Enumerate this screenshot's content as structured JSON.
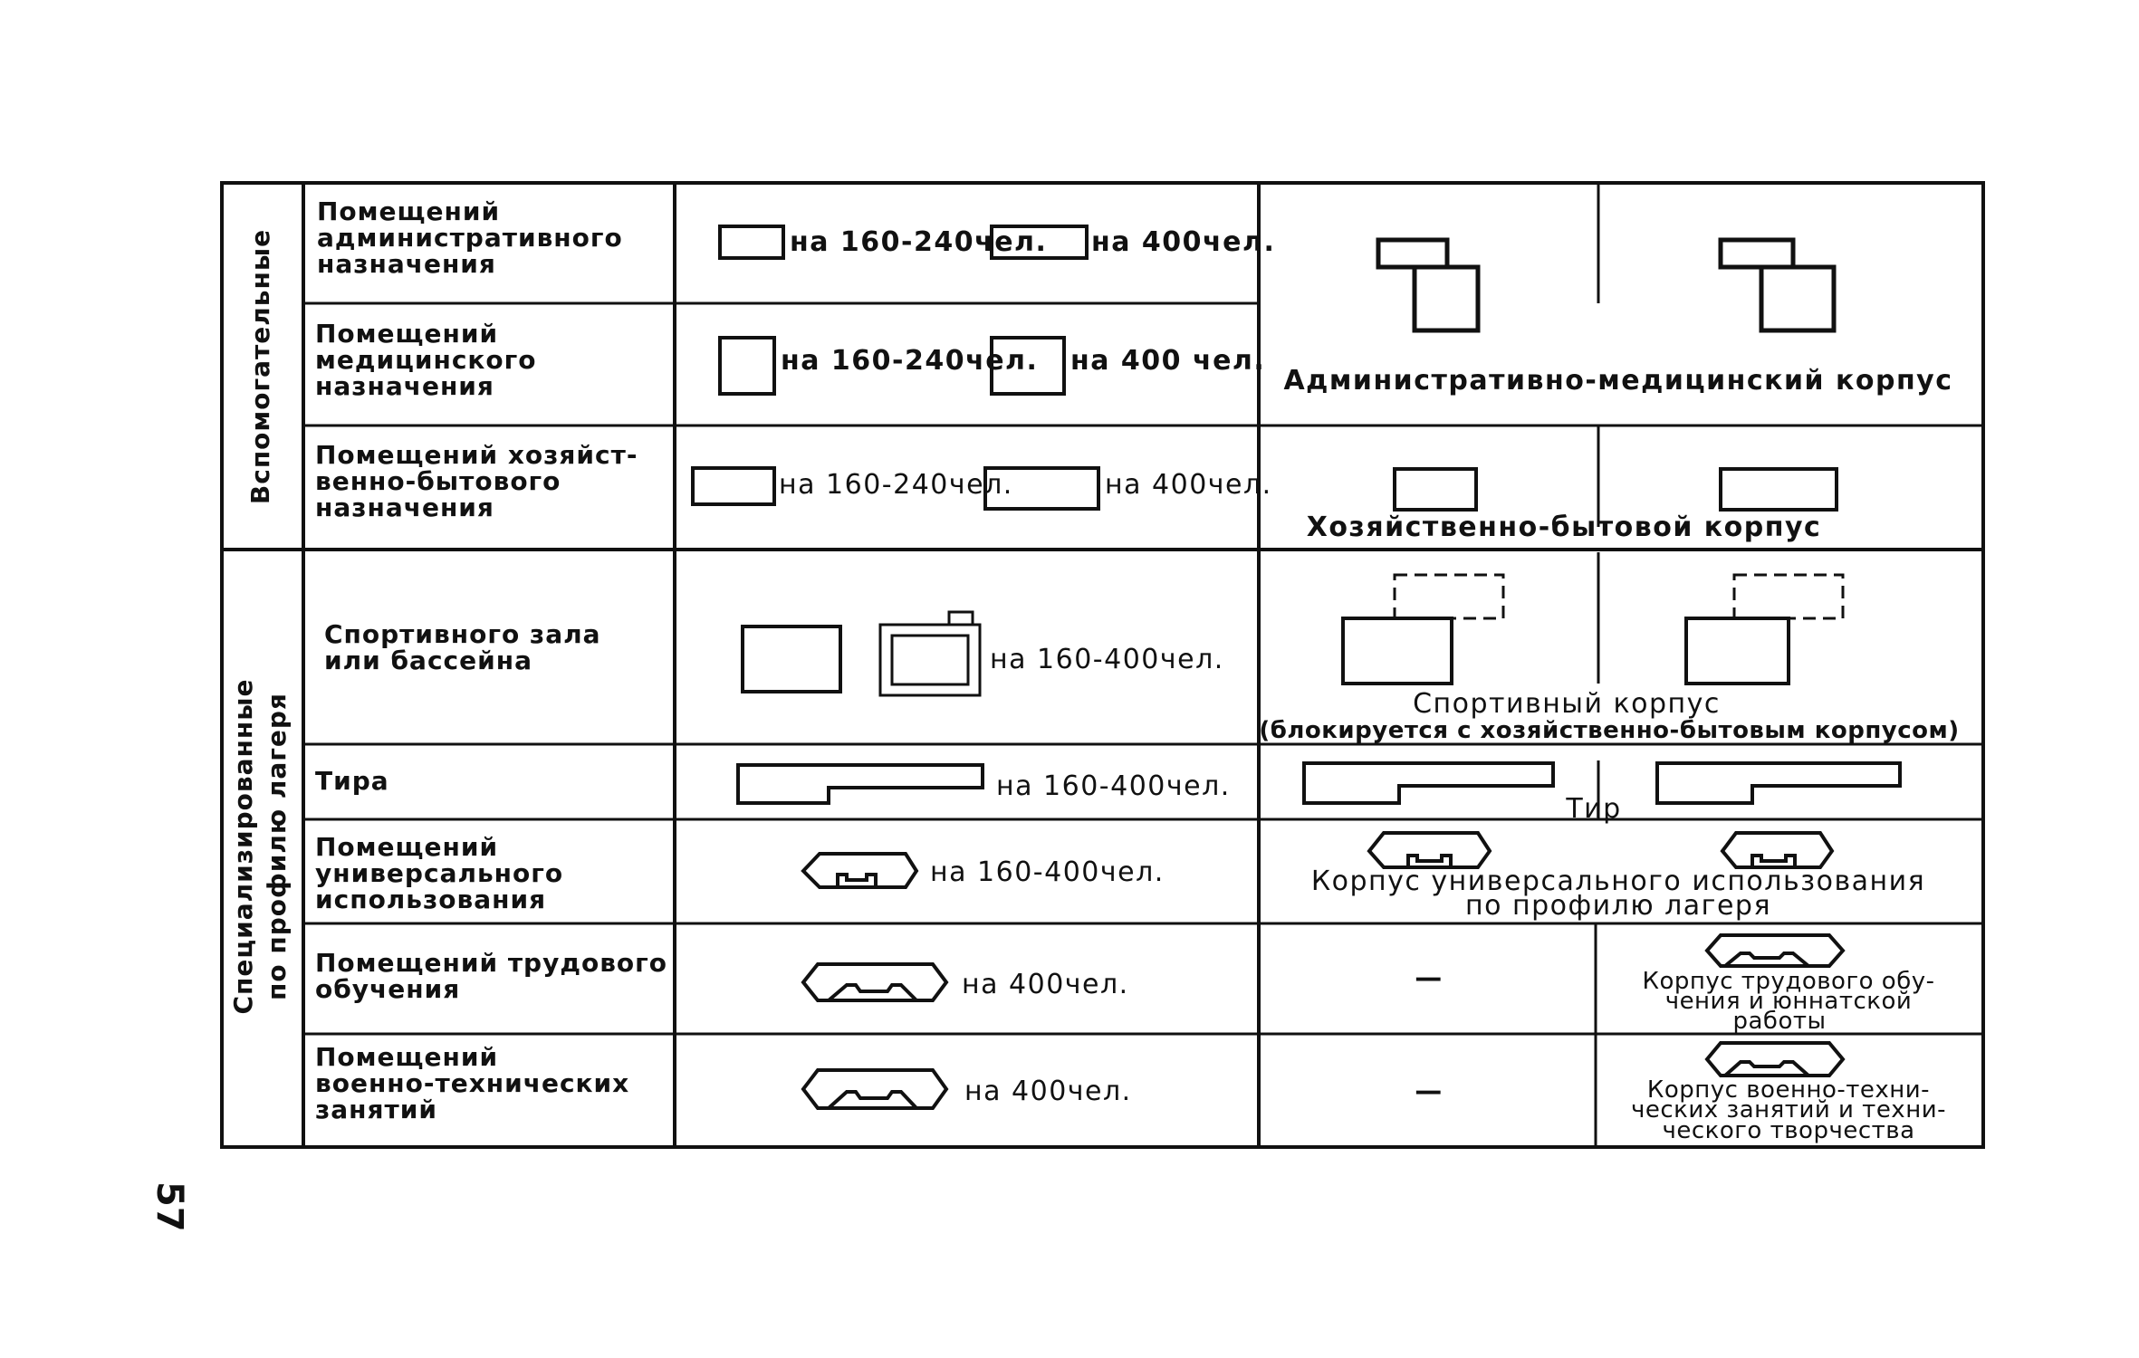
{
  "page_number": "57",
  "groups": {
    "aux": "Вспомогательные",
    "spec_line1": "Специализированные",
    "spec_line2": "по профилю лагеря"
  },
  "rows": [
    {
      "name_lines": [
        "Помещений",
        "административного",
        "назначения"
      ],
      "cap_small": "на 160-240чел.",
      "cap_large": "на 400чел."
    },
    {
      "name_lines": [
        "Помещений",
        "медицинского",
        "назначения"
      ],
      "cap_small": "на 160-240чел.",
      "cap_large": "на 400 чел."
    },
    {
      "name_lines": [
        "Помещений хозяйст-",
        "венно-бытового",
        "назначения"
      ],
      "cap_small": "на 160-240чел.",
      "cap_large": "на 400чел."
    },
    {
      "name_lines": [
        "Спортивного зала",
        "или бассейна"
      ],
      "cap": "на 160-400чел."
    },
    {
      "name_lines": [
        "Тира"
      ],
      "cap": "на 160-400чел."
    },
    {
      "name_lines": [
        "Помещений",
        "универсального",
        "использования"
      ],
      "cap": "на 160-400чел."
    },
    {
      "name_lines": [
        "Помещений трудового",
        "обучения"
      ],
      "cap": "на 400чел."
    },
    {
      "name_lines": [
        "Помещений",
        "военно-технических",
        "занятий"
      ],
      "cap": "на 400чел."
    }
  ],
  "blocks": {
    "admin_med": "Административно-медицинский корпус",
    "household": "Хозяйственно-бытовой корпус",
    "sport_line1": "Спортивный корпус",
    "sport_line2": "(блокируется с хозяйственно-бытовым корпусом)",
    "shooting": "Тир",
    "universal_line1": "Корпус универсального использования",
    "universal_line2": "по профилю лагеря",
    "dash": "—",
    "labor_lines": [
      "Корпус трудового обу-",
      "чения и юннатской",
      "работы"
    ],
    "military_lines": [
      "Корпус военно-техни-",
      "ческих занятий и техни-",
      "ческого творчества"
    ]
  }
}
